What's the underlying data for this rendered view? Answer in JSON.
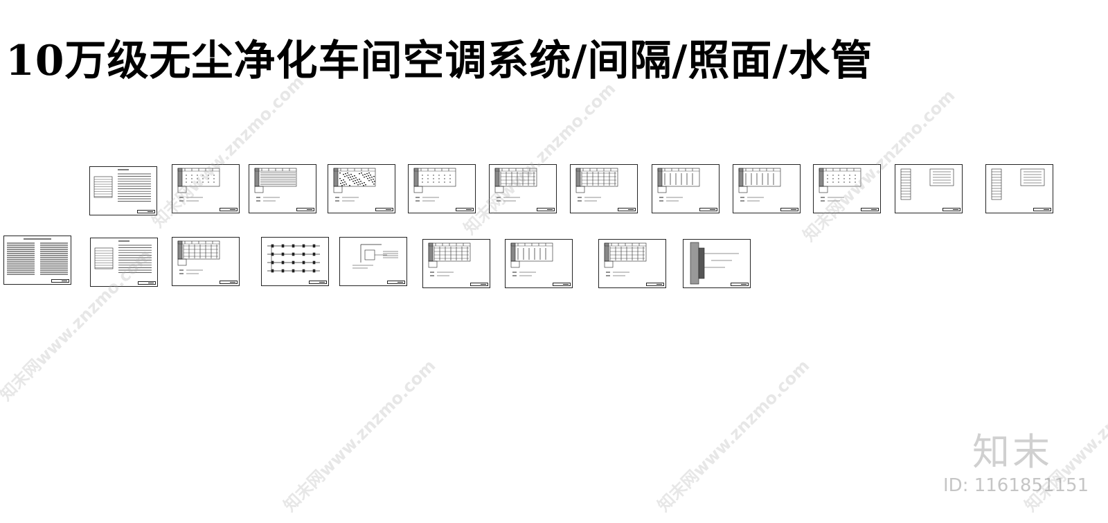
{
  "title": "10万级无尘净化车间空调系统/间隔/照面/水管",
  "watermark": {
    "text": "知末网www.znzmo.com",
    "color": "#aaaaaa"
  },
  "brand": {
    "logo": "知末",
    "id_text": "ID: 1161851151"
  },
  "sheets_row1": [
    {
      "kind": "notes"
    },
    {
      "kind": "plan-dots"
    },
    {
      "kind": "plan-hatch"
    },
    {
      "kind": "plan-dense"
    },
    {
      "kind": "plan-dots"
    },
    {
      "kind": "plan-grid"
    },
    {
      "kind": "plan-grid"
    },
    {
      "kind": "plan-lines"
    },
    {
      "kind": "plan-lines"
    },
    {
      "kind": "plan-dots"
    },
    {
      "kind": "schedule"
    },
    {
      "kind": "schedule"
    }
  ],
  "sheets_row2": [
    {
      "kind": "text"
    },
    {
      "kind": "notes"
    },
    {
      "kind": "plan-grid"
    },
    {
      "kind": "riser"
    },
    {
      "kind": "detail"
    },
    {
      "kind": "plan-grid"
    },
    {
      "kind": "plan-lines"
    },
    {
      "kind": "plan-grid"
    },
    {
      "kind": "section"
    }
  ]
}
